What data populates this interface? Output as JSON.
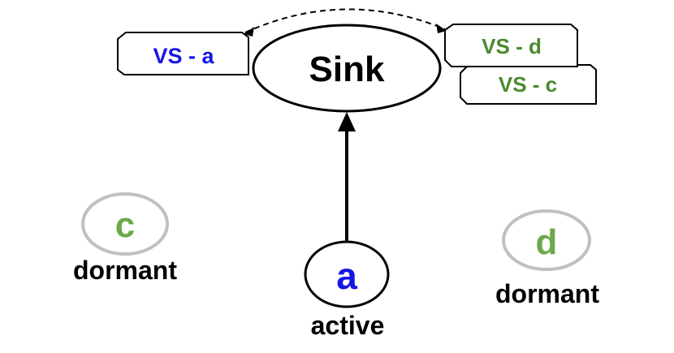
{
  "colors": {
    "blue": "#1515e6",
    "green": "#4a8a2e",
    "green_light": "#6ba84a",
    "gray_ring": "#c0c0c0",
    "black": "#000000"
  },
  "sink": {
    "label": "Sink"
  },
  "vs_boxes": {
    "a": {
      "label": "VS - a",
      "color": "blue"
    },
    "d": {
      "label": "VS - d",
      "color": "green"
    },
    "c": {
      "label": "VS - c",
      "color": "green"
    }
  },
  "nodes": {
    "a": {
      "letter": "a",
      "state": "active"
    },
    "c": {
      "letter": "c",
      "state": "dormant"
    },
    "d": {
      "letter": "d",
      "state": "dormant"
    }
  }
}
